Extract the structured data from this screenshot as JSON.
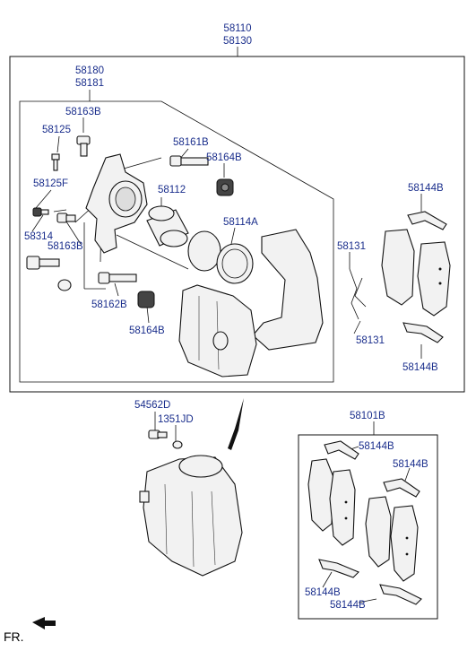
{
  "labels": {
    "l58110": "58110",
    "l58130": "58130",
    "l58180": "58180",
    "l58181": "58181",
    "l58163B_a": "58163B",
    "l58125": "58125",
    "l58161B": "58161B",
    "l58164B_a": "58164B",
    "l58125F": "58125F",
    "l58112": "58112",
    "l58144B_a": "58144B",
    "l58314": "58314",
    "l58163B_b": "58163B",
    "l58114A": "58114A",
    "l58131_a": "58131",
    "l58162B": "58162B",
    "l58164B_b": "58164B",
    "l58131_b": "58131",
    "l58144B_b": "58144B",
    "l54562D": "54562D",
    "l1351JD": "1351JD",
    "l58101B": "58101B",
    "l58144B_c": "58144B",
    "l58144B_d": "58144B",
    "l58144B_e": "58144B",
    "l58144B_f": "58144B",
    "fr": "FR."
  }
}
